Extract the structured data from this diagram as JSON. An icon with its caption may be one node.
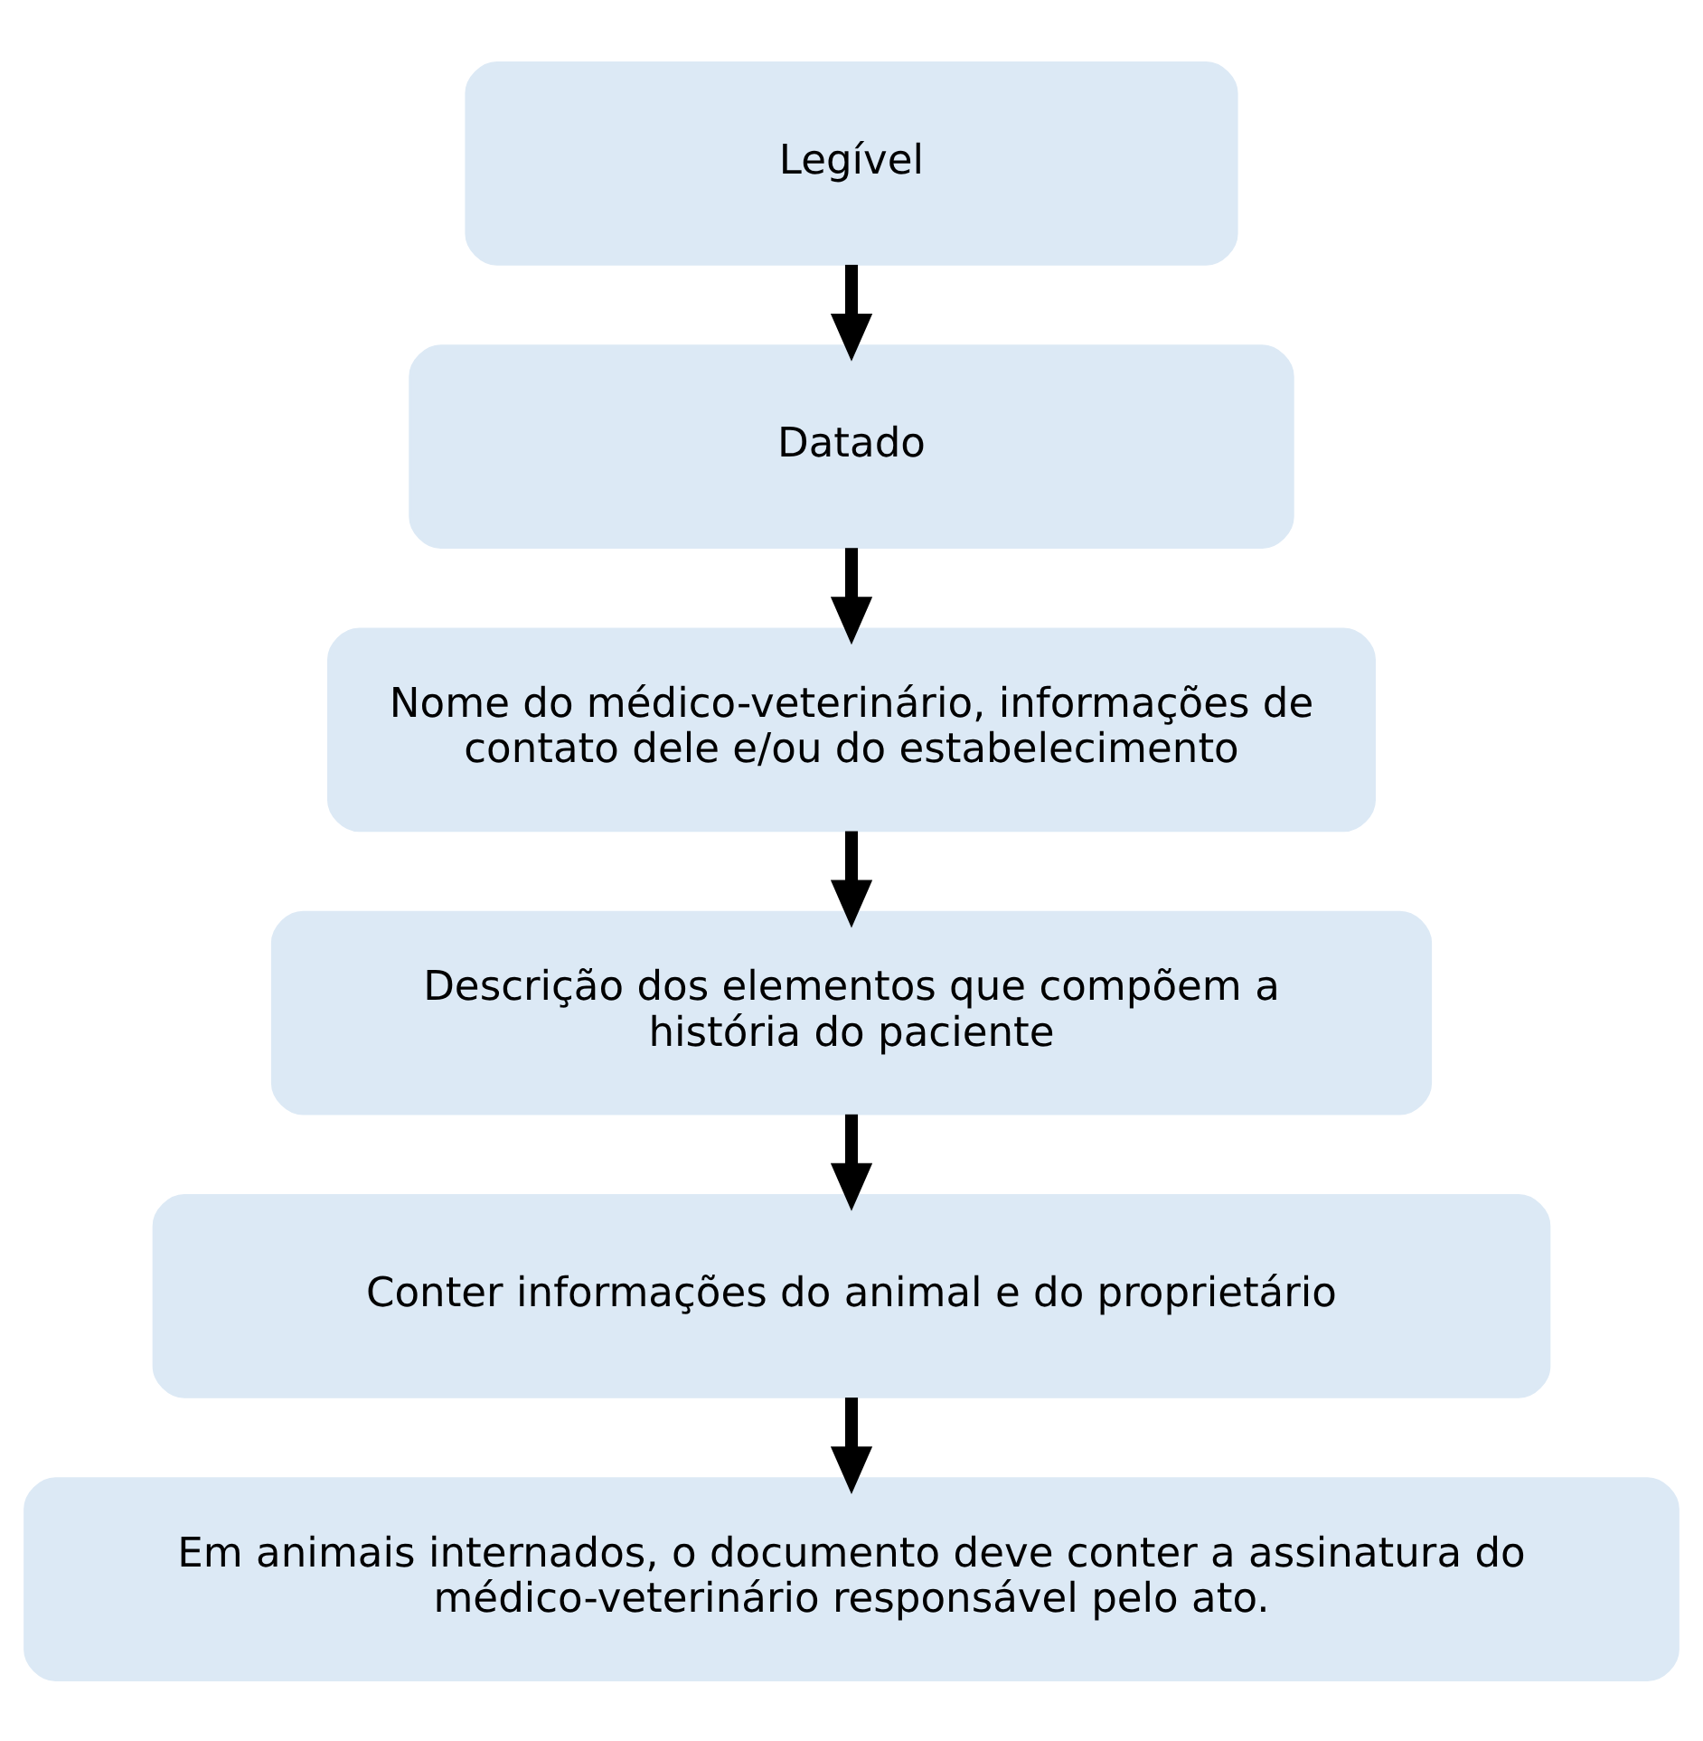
{
  "diagram": {
    "nodes": [
      {
        "text": [
          "Legível"
        ]
      },
      {
        "text": [
          "Datado"
        ]
      },
      {
        "text": [
          "Nome do médico-veterinário, informações de contato dele e/ou do estabelecimento"
        ]
      },
      {
        "text": [
          "Descrição dos elementos que compõem a história do paciente"
        ]
      },
      {
        "text": [
          "Conter informações do animal e do proprietário"
        ]
      },
      {
        "text": [
          "Em animais internados, o documento deve conter a assinatura do médico-veterinário responsável pelo ato."
        ]
      }
    ],
    "edges": [
      {
        "from": 0,
        "to": 1,
        "arrow": "to"
      },
      {
        "from": 1,
        "to": 2,
        "arrow": "to"
      },
      {
        "from": 2,
        "to": 3,
        "arrow": "to"
      },
      {
        "from": 3,
        "to": 4,
        "arrow": "to"
      },
      {
        "from": 4,
        "to": 5,
        "arrow": "to"
      }
    ]
  }
}
